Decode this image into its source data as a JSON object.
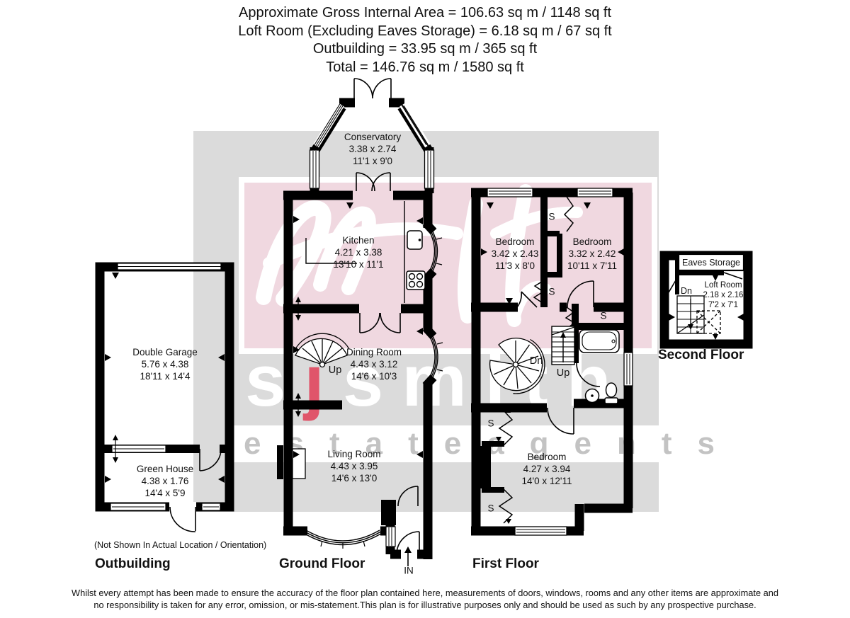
{
  "header": {
    "lines": [
      "Approximate Gross Internal Area = 106.63 sq m / 1148 sq ft",
      "Loft Room (Excluding Eaves Storage) = 6.18 sq m / 67 sq ft",
      "Outbuilding = 33.95 sq m / 365 sq ft",
      "Total = 146.76 sq m / 1580 sq ft"
    ]
  },
  "watermark": {
    "brand_script": "sjsmith",
    "word_s1": "s",
    "word_j": "j",
    "word_rest": "smith",
    "estate_word1": "estate",
    "estate_word2": "agents",
    "accent_color": "#e0556a",
    "pink_color": "#f0d8e0",
    "gray_color": "#dbdbdb"
  },
  "labels": {
    "storage": "S",
    "up": "Up",
    "down": "Dn",
    "entrance": "IN"
  },
  "floors": {
    "outbuilding": {
      "title": "Outbuilding",
      "note": "(Not Shown In Actual Location / Orientation)",
      "garage": {
        "name": "Double Garage",
        "metric": "5.76 x 4.38",
        "imperial": "18'11 x 14'4"
      },
      "greenhouse": {
        "name": "Green House",
        "metric": "4.38 x 1.76",
        "imperial": "14'4 x 5'9"
      }
    },
    "ground": {
      "title": "Ground Floor",
      "conservatory": {
        "name": "Conservatory",
        "metric": "3.38 x 2.74",
        "imperial": "11'1 x 9'0"
      },
      "kitchen": {
        "name": "Kitchen",
        "metric": "4.21 x 3.38",
        "imperial": "13'10 x 11'1"
      },
      "dining": {
        "name": "Dining Room",
        "metric": "4.43 x 3.12",
        "imperial": "14'6 x 10'3"
      },
      "living": {
        "name": "Living Room",
        "metric": "4.43 x 3.95",
        "imperial": "14'6 x 13'0"
      }
    },
    "first": {
      "title": "First Floor",
      "bedroom1": {
        "name": "Bedroom",
        "metric": "3.42 x 2.43",
        "imperial": "11'3 x 8'0"
      },
      "bedroom2": {
        "name": "Bedroom",
        "metric": "3.32 x 2.42",
        "imperial": "10'11 x 7'11"
      },
      "bedroom3": {
        "name": "Bedroom",
        "metric": "4.27 x 3.94",
        "imperial": "14'0 x 12'11"
      }
    },
    "second": {
      "title": "Second Floor",
      "eaves": {
        "name": "Eaves Storage"
      },
      "loft": {
        "name": "Loft Room",
        "metric": "2.18 x 2.16",
        "imperial": "7'2 x 7'1"
      }
    }
  },
  "footer": {
    "lines": [
      "Whilst every attempt has been made to ensure the accuracy of the floor plan contained here, measurements of doors, windows, rooms and any other items are approximate and",
      "no responsibility is taken for any error, omission, or mis-statement.This plan is for illustrative purposes only and should be used as such by any prospective purchase."
    ]
  }
}
